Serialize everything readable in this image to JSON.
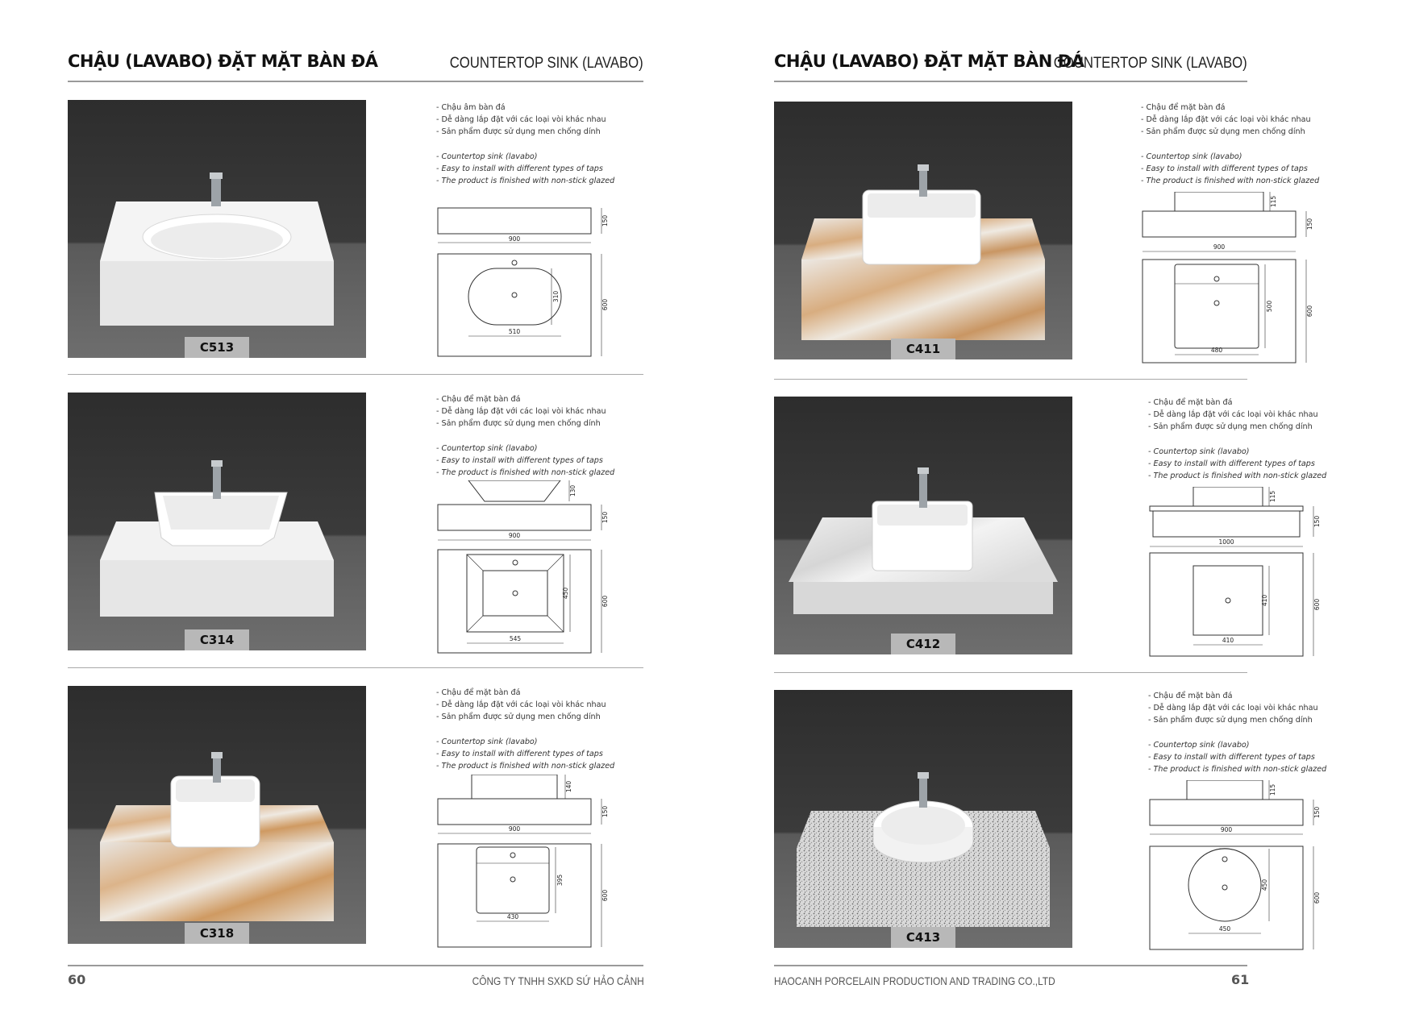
{
  "left": {
    "header_vi": "CHẬU (LAVABO) ĐẶT MẶT BÀN ĐÁ",
    "header_en": "COUNTERTOP SINK (LAVABO)",
    "page_number": "60",
    "footer_text": "CÔNG TY TNHH SXKD SỨ HẢO CẢNH",
    "products": [
      {
        "code": "C513",
        "desc_vi": [
          "Chậu âm bàn đá",
          "Dễ dàng lắp đặt với các loại vòi khác nhau",
          "Sản phẩm được sử dụng men chống dính"
        ],
        "desc_en": [
          "Countertop sink (lavabo)",
          "Easy to install with different types of taps",
          "The product is finished with non-stick glazed"
        ],
        "dims": {
          "slab_h": "150",
          "width": "900",
          "depth": "600",
          "basin_w": "510",
          "basin_d": "310"
        }
      },
      {
        "code": "C314",
        "desc_vi": [
          "Chậu để mặt bàn đá",
          "Dễ dàng lắp đặt với các loại vòi khác nhau",
          "Sản phẩm được sử dụng men chống dính"
        ],
        "desc_en": [
          "Countertop sink (lavabo)",
          "Easy to install with different types of taps",
          "The product is finished with non-stick glazed"
        ],
        "dims": {
          "basin_h": "130",
          "slab_h": "150",
          "width": "900",
          "depth": "600",
          "basin_w": "545",
          "basin_d": "450"
        }
      },
      {
        "code": "C318",
        "desc_vi": [
          "Chậu để mặt bàn đá",
          "Dễ dàng lắp đặt với các loại vòi khác nhau",
          "Sản phẩm được sử dụng men chống dính"
        ],
        "desc_en": [
          "Countertop sink (lavabo)",
          "Easy to install with different types of taps",
          "The product is finished with non-stick glazed"
        ],
        "dims": {
          "basin_h": "140",
          "slab_h": "150",
          "width": "900",
          "depth": "600",
          "basin_w": "430",
          "basin_d": "395"
        }
      }
    ]
  },
  "right": {
    "header_vi": "CHẬU (LAVABO) ĐẶT MẶT BÀN ĐÁ",
    "header_en": "COUNTERTOP SINK (LAVABO)",
    "page_number": "61",
    "footer_text": "HAOCANH PORCELAIN PRODUCTION AND TRADING CO.,LTD",
    "products": [
      {
        "code": "C411",
        "desc_vi": [
          "Chậu để mặt bàn đá",
          "Dễ dàng lắp đặt với các loại vòi khác nhau",
          "Sản phẩm được sử dụng men chống dính"
        ],
        "desc_en": [
          "Countertop sink (lavabo)",
          "Easy to install with different types of taps",
          "The product is finished with non-stick glazed"
        ],
        "dims": {
          "basin_h": "115",
          "slab_h": "150",
          "width": "900",
          "depth": "600",
          "basin_w": "480",
          "basin_d": "500"
        }
      },
      {
        "code": "C412",
        "desc_vi": [
          "Chậu để mặt bàn đá",
          "Dễ dàng lắp đặt với các loại vòi khác nhau",
          "Sản phẩm được sử dụng men chống dính"
        ],
        "desc_en": [
          "Countertop sink (lavabo)",
          "Easy to install with different types of taps",
          "The product is finished with non-stick glazed"
        ],
        "dims": {
          "basin_h": "115",
          "slab_h": "150",
          "width": "1000",
          "depth": "600",
          "basin_w": "410",
          "basin_d": "410"
        }
      },
      {
        "code": "C413",
        "desc_vi": [
          "Chậu để mặt bàn đá",
          "Dễ dàng lắp đặt với các loại vòi khác nhau",
          "Sản phẩm được sử dụng men chống dính"
        ],
        "desc_en": [
          "Countertop sink (lavabo)",
          "Easy to install with different types of taps",
          "The product is finished with non-stick glazed"
        ],
        "dims": {
          "basin_h": "115",
          "slab_h": "150",
          "width": "900",
          "depth": "600",
          "basin_w": "450",
          "basin_d": "450"
        }
      }
    ]
  }
}
